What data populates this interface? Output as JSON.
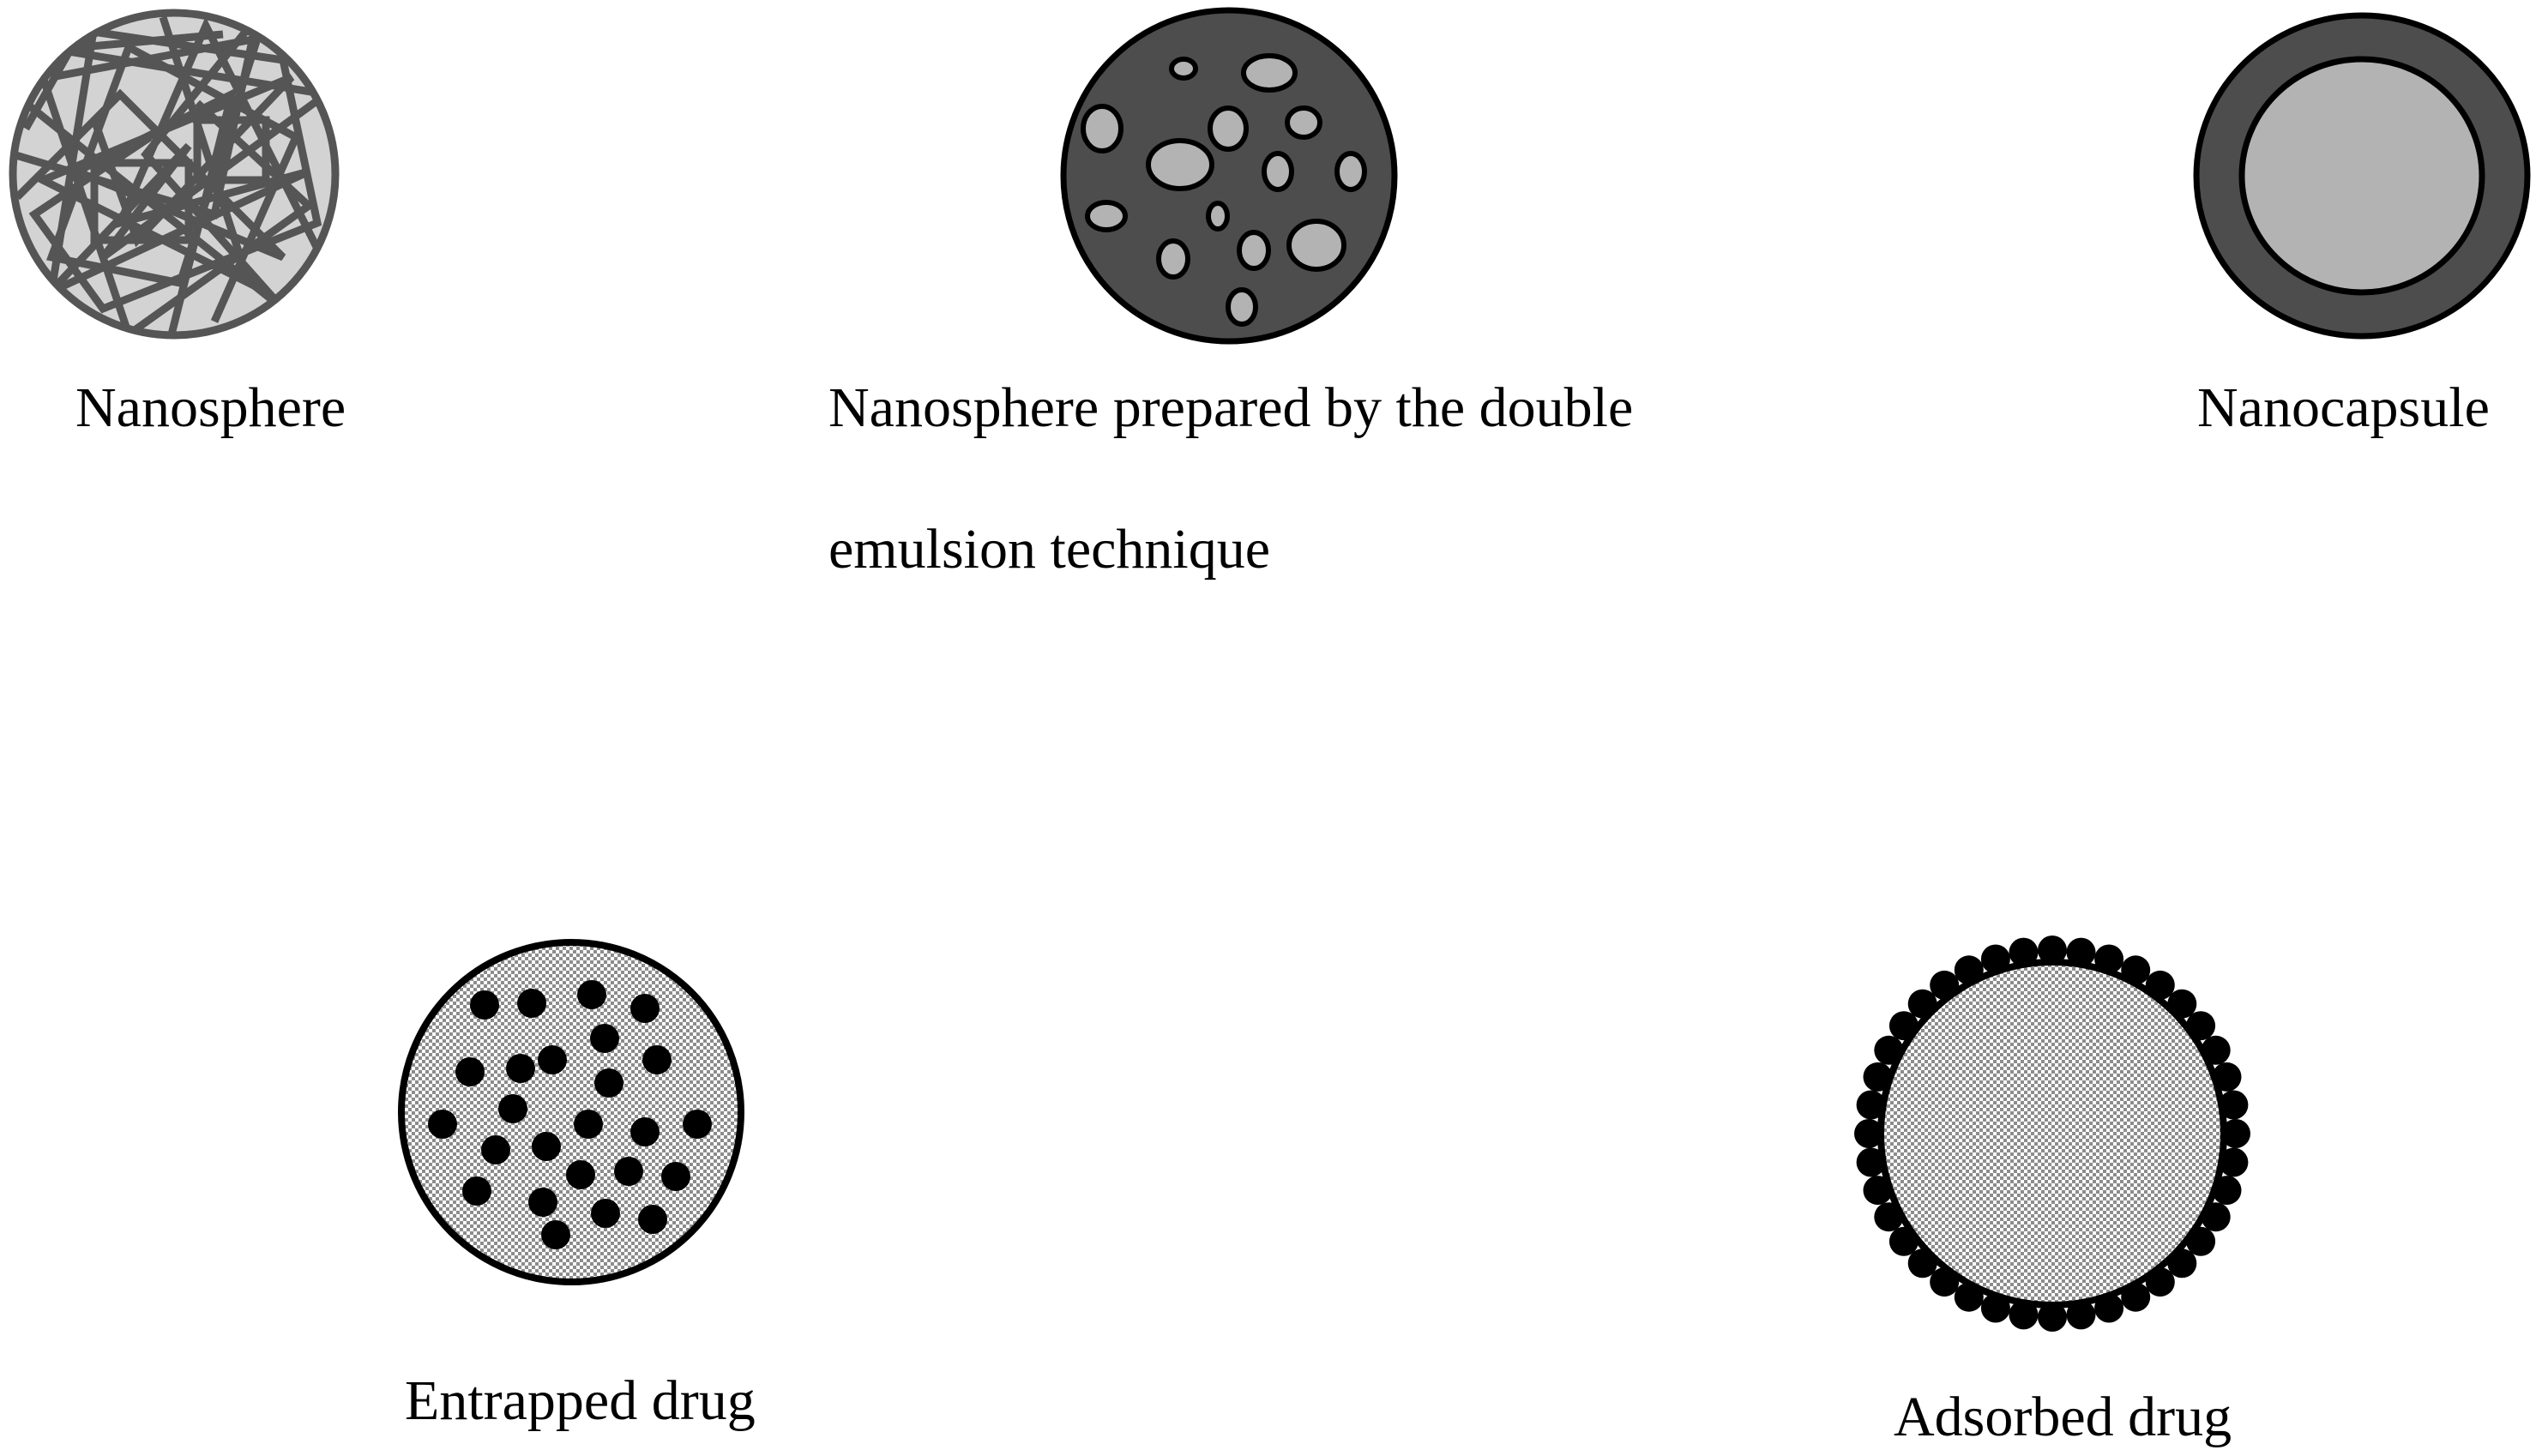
{
  "captions": {
    "nanosphere": "Nanosphere",
    "double_emulsion_line1": "Nanosphere prepared by the double",
    "double_emulsion_line2": "emulsion technique",
    "nanocapsule": "Nanocapsule",
    "entrapped_drug": "Entrapped drug",
    "adsorbed_drug": "Adsorbed drug"
  },
  "colors": {
    "outline": "#000000",
    "fiber_strand": "#555555",
    "nanosphere_fill": "#d3d3d3",
    "double_emulsion_matrix": "#4d4d4d",
    "vesicle_fill": "#b3b3b3",
    "capsule_shell": "#4d4d4d",
    "capsule_core": "#b3b3b3",
    "checker_light": "#ffffff",
    "checker_dark": "#8c8c8c",
    "drug_dot": "#000000"
  },
  "icons": {
    "nanosphere": "fibrous-polymer-matrix-sphere",
    "double_emulsion": "sphere-with-internal-vesicles",
    "nanocapsule": "core-shell-capsule",
    "entrapped_drug": "sphere-with-embedded-drug-dots",
    "adsorbed_drug": "sphere-with-surface-drug-dots"
  }
}
